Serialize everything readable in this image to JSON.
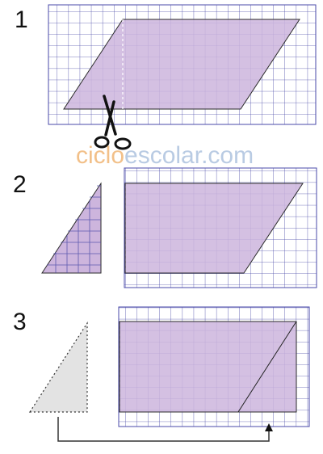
{
  "steps": [
    {
      "number": "1"
    },
    {
      "number": "2"
    },
    {
      "number": "3"
    }
  ],
  "watermark": {
    "part1": "ciclo",
    "part2": "escolar.com",
    "color1": "#f2c089",
    "color2": "#b9cbe3"
  },
  "colors": {
    "grid_line": "#4a4aa8",
    "shape_fill": "#cdb5dd",
    "shape_stroke": "#2a2a2a",
    "cut_line": "#333333",
    "ghost_fill": "#e3e3e3",
    "arrow": "#333333"
  },
  "icons": {
    "cut": "scissors-icon",
    "move": "arrow-icon"
  }
}
